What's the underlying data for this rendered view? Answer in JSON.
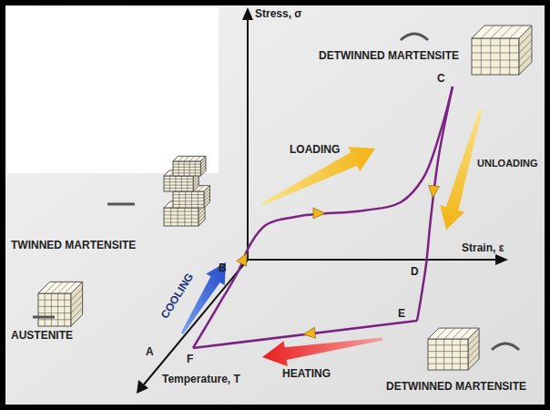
{
  "diagram": {
    "labels": [
      "Stress, σ",
      "DETWINNED MARTENSITE",
      "C",
      "LOADING",
      "UNLOADING",
      "TWINNED MARTENSITE",
      "B",
      "Strain, ε",
      "D",
      "AUSTENITE",
      "COOLING",
      "E",
      "A",
      "F",
      "HEATING",
      "DETWINNED MARTENSITE",
      "Temperature, T"
    ]
  }
}
